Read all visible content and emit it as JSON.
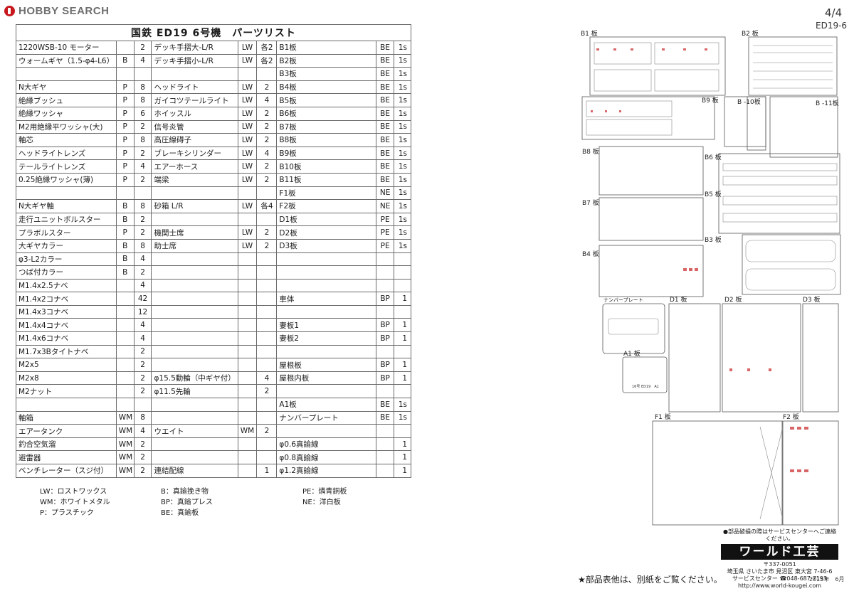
{
  "header": {
    "logo_text": "HOBBY SEARCH",
    "page_number": "4/4",
    "product_code": "ED19-6"
  },
  "parts_list": {
    "title": "国鉄 ED19 6号機　パーツリスト",
    "rows": [
      [
        "1220WSB-10 モーター",
        "",
        "2",
        "デッキ手摺大-L/R",
        "LW",
        "各2",
        "B1板",
        "BE",
        "1s"
      ],
      [
        "ウォームギヤ（1.5-φ4-L6）",
        "B",
        "4",
        "デッキ手摺小-L/R",
        "LW",
        "各2",
        "B2板",
        "BE",
        "1s"
      ],
      [
        "",
        "",
        "",
        "",
        "",
        "",
        "B3板",
        "BE",
        "1s"
      ],
      [
        "N大ギヤ",
        "P",
        "8",
        "ヘッドライト",
        "LW",
        "2",
        "B4板",
        "BE",
        "1s"
      ],
      [
        "絶縁ブッシュ",
        "P",
        "8",
        "ガイコツテールライト",
        "LW",
        "4",
        "B5板",
        "BE",
        "1s"
      ],
      [
        "絶縁ワッシャ",
        "P",
        "6",
        "ホイッスル",
        "LW",
        "2",
        "B6板",
        "BE",
        "1s"
      ],
      [
        "M2用絶縁平ワッシャ(大)",
        "P",
        "2",
        "信号炎管",
        "LW",
        "2",
        "B7板",
        "BE",
        "1s"
      ],
      [
        "軸芯",
        "P",
        "8",
        "高圧線碍子",
        "LW",
        "2",
        "B8板",
        "BE",
        "1s"
      ],
      [
        "ヘッドライトレンズ",
        "P",
        "2",
        "ブレーキシリンダー",
        "LW",
        "4",
        "B9板",
        "BE",
        "1s"
      ],
      [
        "テールライトレンズ",
        "P",
        "4",
        "エアーホース",
        "LW",
        "2",
        "B10板",
        "BE",
        "1s"
      ],
      [
        "0.25絶縁ワッシャ(薄)",
        "P",
        "2",
        "端梁",
        "LW",
        "2",
        "B11板",
        "BE",
        "1s"
      ],
      [
        "",
        "",
        "",
        "",
        "",
        "",
        "F1板",
        "NE",
        "1s"
      ],
      [
        "N大ギヤ軸",
        "B",
        "8",
        "砂箱 L/R",
        "LW",
        "各4",
        "F2板",
        "NE",
        "1s"
      ],
      [
        "走行ユニットボルスター",
        "B",
        "2",
        "",
        "",
        "",
        "D1板",
        "PE",
        "1s"
      ],
      [
        "プラボルスター",
        "P",
        "2",
        "機関士席",
        "LW",
        "2",
        "D2板",
        "PE",
        "1s"
      ],
      [
        "大ギヤカラー",
        "B",
        "8",
        "助士席",
        "LW",
        "2",
        "D3板",
        "PE",
        "1s"
      ],
      [
        "φ3-L2カラー",
        "B",
        "4",
        "",
        "",
        "",
        "",
        "",
        ""
      ],
      [
        "つば付カラー",
        "B",
        "2",
        "",
        "",
        "",
        "",
        "",
        ""
      ],
      [
        "M1.4x2.5ナベ",
        "",
        "4",
        "",
        "",
        "",
        "",
        "",
        ""
      ],
      [
        "M1.4x2コナベ",
        "",
        "42",
        "",
        "",
        "",
        "車体",
        "BP",
        "1"
      ],
      [
        "M1.4x3コナベ",
        "",
        "12",
        "",
        "",
        "",
        "",
        "",
        ""
      ],
      [
        "M1.4x4コナベ",
        "",
        "4",
        "",
        "",
        "",
        "妻板1",
        "BP",
        "1"
      ],
      [
        "M1.4x6コナベ",
        "",
        "4",
        "",
        "",
        "",
        "妻板2",
        "BP",
        "1"
      ],
      [
        "M1.7x3Bタイトナベ",
        "",
        "2",
        "",
        "",
        "",
        "",
        "",
        ""
      ],
      [
        "M2x5",
        "",
        "2",
        "",
        "",
        "",
        "屋根板",
        "BP",
        "1"
      ],
      [
        "M2x8",
        "",
        "2",
        "φ15.5動輪（中ギヤ付）",
        "",
        "4",
        "屋根内板",
        "BP",
        "1"
      ],
      [
        "M2ナット",
        "",
        "2",
        "φ11.5先輪",
        "",
        "2",
        "",
        "",
        ""
      ],
      [
        "",
        "",
        "",
        "",
        "",
        "",
        "A1板",
        "BE",
        "1s"
      ],
      [
        "軸箱",
        "WM",
        "8",
        "",
        "",
        "",
        "ナンバープレート",
        "BE",
        "1s"
      ],
      [
        "エアータンク",
        "WM",
        "4",
        "ウエイト",
        "WM",
        "2",
        "",
        "",
        ""
      ],
      [
        "釣合空気溜",
        "WM",
        "2",
        "",
        "",
        "",
        "φ0.6真鍮線",
        "",
        "1"
      ],
      [
        "避雷器",
        "WM",
        "2",
        "",
        "",
        "",
        "φ0.8真鍮線",
        "",
        "1"
      ],
      [
        "ベンチレーター（スジ付）",
        "WM",
        "2",
        "連結配線",
        "",
        "1",
        "φ1.2真鍮線",
        "",
        "1"
      ]
    ]
  },
  "legend": {
    "col1": [
      "LW：ロストワックス",
      "WM：ホワイトメタル",
      "P：プラスチック"
    ],
    "col2": [
      "B：真鍮挽き物",
      "BP：真鍮プレス",
      "BE：真鍮板"
    ],
    "col3": [
      "PE：燐青銅板",
      "NE：洋白板"
    ]
  },
  "sheet_labels": {
    "b1": "B1 板",
    "b2": "B2 板",
    "b9": "B9 板",
    "b10": "B -10板",
    "b11": "B -11板",
    "b8": "B8 板",
    "b6": "B6 板",
    "b5": "B5 板",
    "b7": "B7 板",
    "b3": "B3 板",
    "b4": "B4 板",
    "number_plate": "ナンバープレート",
    "d1": "D1 板",
    "d2": "D2 板",
    "d3": "D3 板",
    "a1": "A1 板",
    "f1": "F1 板",
    "f2": "F2 板",
    "a1_mark": "16号 ED19　A1"
  },
  "footer": {
    "note": "★部品表他は、別紙をご覧ください。",
    "company_notice": "●部品破損の際はサービスセンターへご連絡ください。",
    "company_name": "ワールド工芸",
    "address1": "〒337-0051",
    "address2": "埼玉県 さいたま市 見沼区 東大宮 7-46-6",
    "address3": "サービスセンター ☎048-687-7193",
    "url": "http://www.world-kougei.com",
    "date": "2015年　6月"
  }
}
